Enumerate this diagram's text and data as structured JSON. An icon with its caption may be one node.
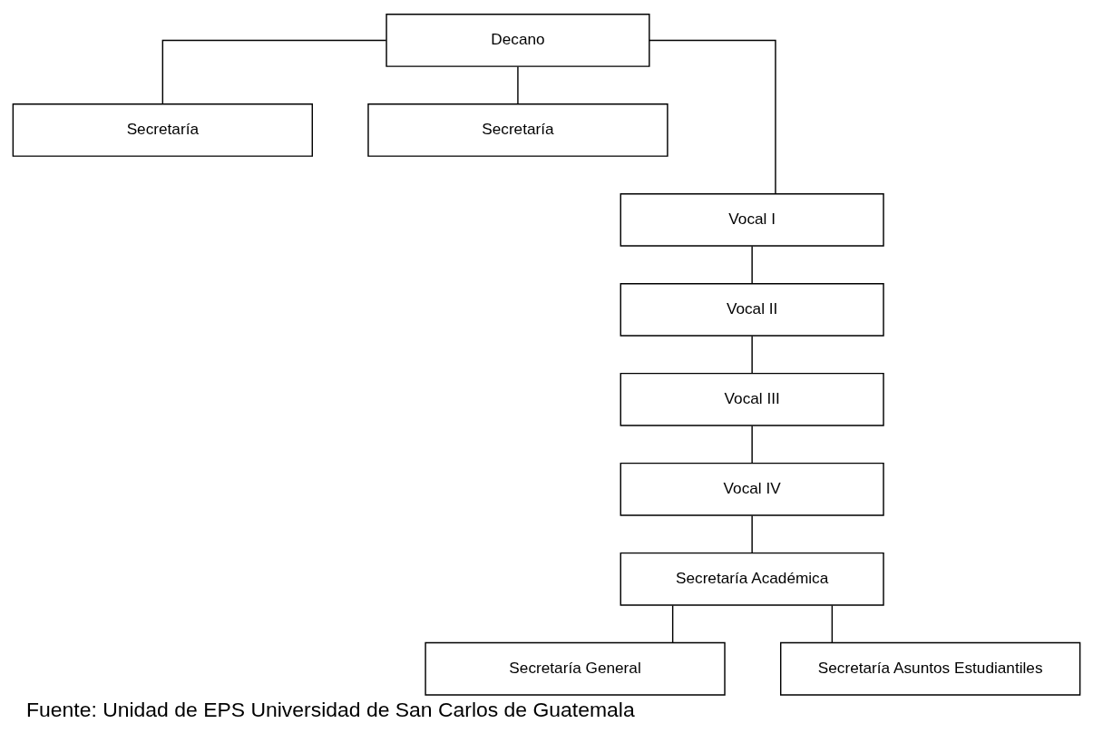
{
  "diagram": {
    "caption": "Fuente: Unidad de EPS Universidad de San Carlos de Guatemala",
    "nodes": [
      {
        "text": [
          "Decano"
        ]
      },
      {
        "text": [
          "Secretaría"
        ]
      },
      {
        "text": [
          "Secretaría"
        ]
      },
      {
        "text": [
          "Vocal I"
        ]
      },
      {
        "text": [
          "Vocal II"
        ]
      },
      {
        "text": [
          "Vocal III"
        ]
      },
      {
        "text": [
          "Vocal IV"
        ]
      },
      {
        "text": [
          "Secretaría Académica"
        ]
      },
      {
        "text": [
          "Secretaría General"
        ]
      },
      {
        "text": [
          "Secretaría Asuntos Estudiantiles"
        ]
      }
    ],
    "edges": [
      {
        "from": 0,
        "to": 1,
        "arrow": "none"
      },
      {
        "from": 0,
        "to": 2,
        "arrow": "none"
      },
      {
        "from": 0,
        "to": 3,
        "arrow": "none"
      },
      {
        "from": 3,
        "to": 4,
        "arrow": "none"
      },
      {
        "from": 4,
        "to": 5,
        "arrow": "none"
      },
      {
        "from": 5,
        "to": 6,
        "arrow": "none"
      },
      {
        "from": 6,
        "to": 7,
        "arrow": "none"
      },
      {
        "from": 7,
        "to": 8,
        "arrow": "none"
      },
      {
        "from": 7,
        "to": 9,
        "arrow": "none"
      }
    ]
  }
}
